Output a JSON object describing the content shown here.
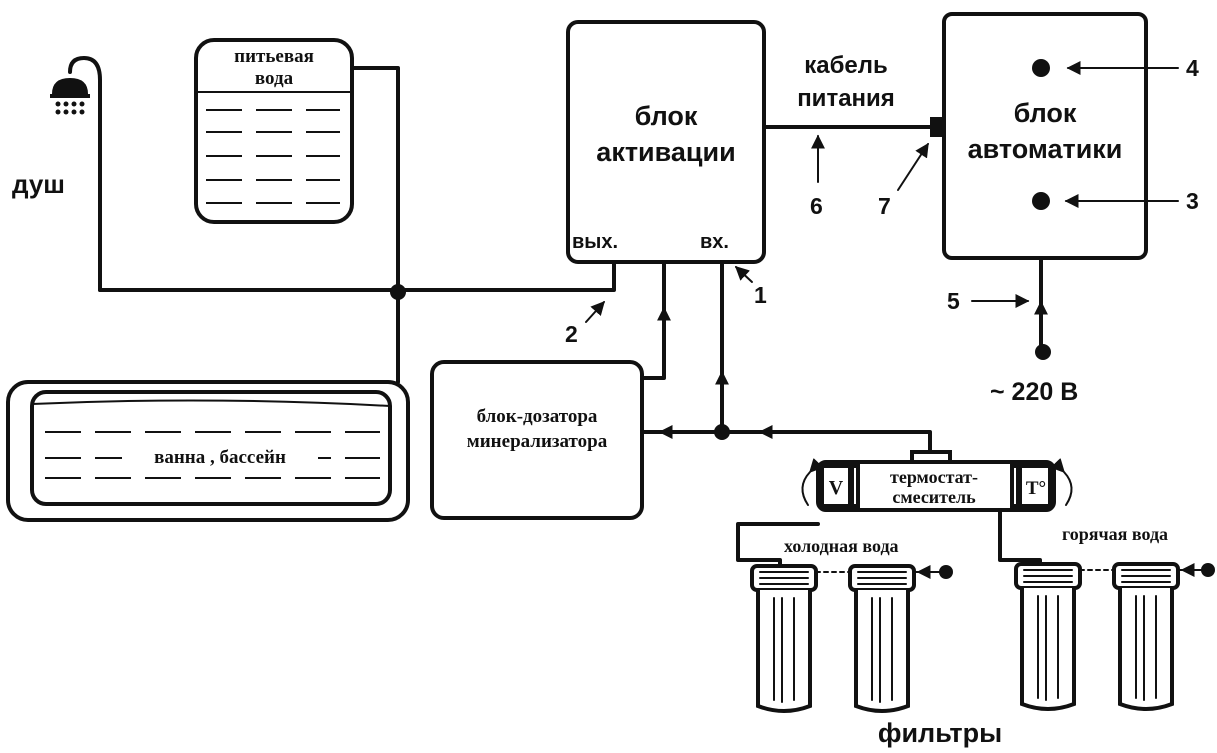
{
  "labels": {
    "shower": "душ",
    "drinking_water_line1": "питьевая",
    "drinking_water_line2": "вода",
    "activation_unit_line1": "блок",
    "activation_unit_line2": "активации",
    "outlet": "вых.",
    "inlet": "вх.",
    "power_cable_line1": "кабель",
    "power_cable_line2": "питания",
    "automation_unit_line1": "блок",
    "automation_unit_line2": "автоматики",
    "voltage": "~ 220 В",
    "bath_pool": "ванна , бассейн",
    "dosing_unit_line1": "блок-дозатора",
    "dosing_unit_line2": "минерализатора",
    "thermostat_line1": "термостат-",
    "thermostat_line2": "смеситель",
    "volume_mark": "V",
    "temperature_mark": "T°",
    "cold_water": "холодная вода",
    "hot_water": "горячая вода",
    "filters": "фильтры"
  },
  "callouts": [
    "1",
    "2",
    "3",
    "4",
    "5",
    "6",
    "7"
  ]
}
